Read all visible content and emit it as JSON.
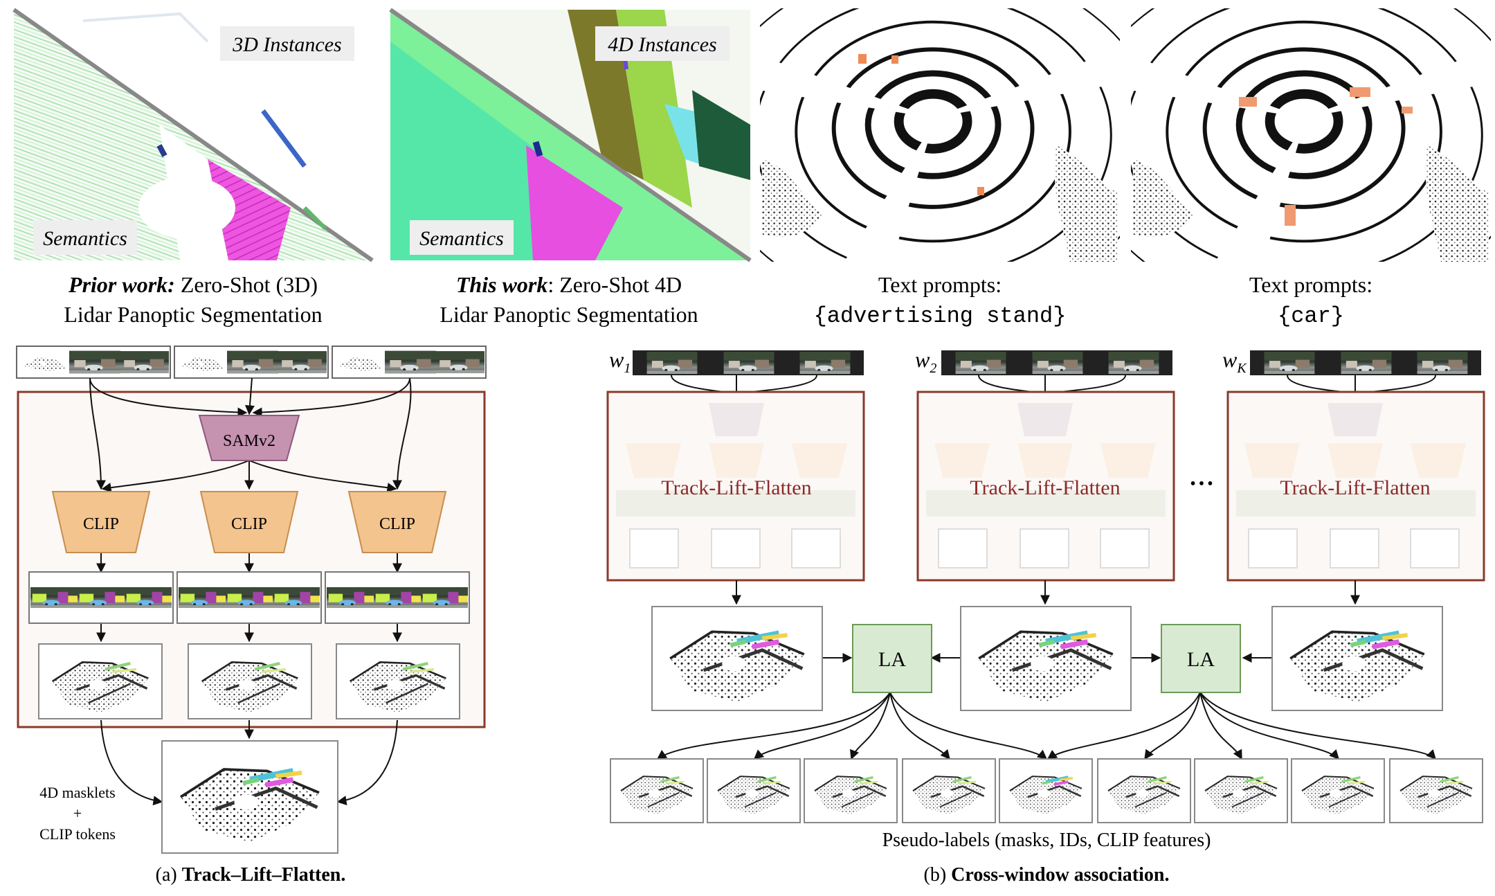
{
  "top_panels": {
    "prior": {
      "instances_tag": "3D Instances",
      "semantics_tag": "Semantics",
      "caption_bold": "Prior work:",
      "caption_line1": " Zero-Shot (3D)",
      "caption_line2": "Lidar Panoptic Segmentation"
    },
    "ours": {
      "instances_tag": "4D Instances",
      "semantics_tag": "Semantics",
      "caption_bold": "This work",
      "caption_line1": ": Zero-Shot 4D",
      "caption_line2": "Lidar Panoptic Segmentation"
    },
    "prompt_a": {
      "caption_line1": "Text prompts:",
      "caption_line2": "{advertising stand}"
    },
    "prompt_b": {
      "caption_line1": "Text prompts:",
      "caption_line2": "{car}"
    }
  },
  "panel_a": {
    "sam_label": "SAMv2",
    "clip_label": "CLIP",
    "output_note_line1": "4D masklets",
    "output_note_line2": "+",
    "output_note_line3": "CLIP tokens",
    "caption_prefix": "(a) ",
    "caption_bold": "Track–Lift–Flatten."
  },
  "panel_b": {
    "windows": [
      {
        "label": "w",
        "sub": "1"
      },
      {
        "label": "w",
        "sub": "2"
      },
      {
        "label": "w",
        "sub": "K"
      }
    ],
    "module_label": "Track-Lift-Flatten",
    "ellipsis": "•••",
    "la_label": "LA",
    "pseudo_label_caption": "Pseudo-labels (masks, IDs, CLIP features)",
    "caption_prefix": "(b) ",
    "caption_bold": "Cross-window association."
  },
  "colors": {
    "frame_border": "#8a3a2a",
    "frame_fill": "#fbf8f6",
    "sam_fill": "#c592b0",
    "clip_fill": "#f4c48e",
    "la_fill": "#d9ead3",
    "la_stroke": "#6a9a55",
    "module_text": "#8b2a2a"
  }
}
